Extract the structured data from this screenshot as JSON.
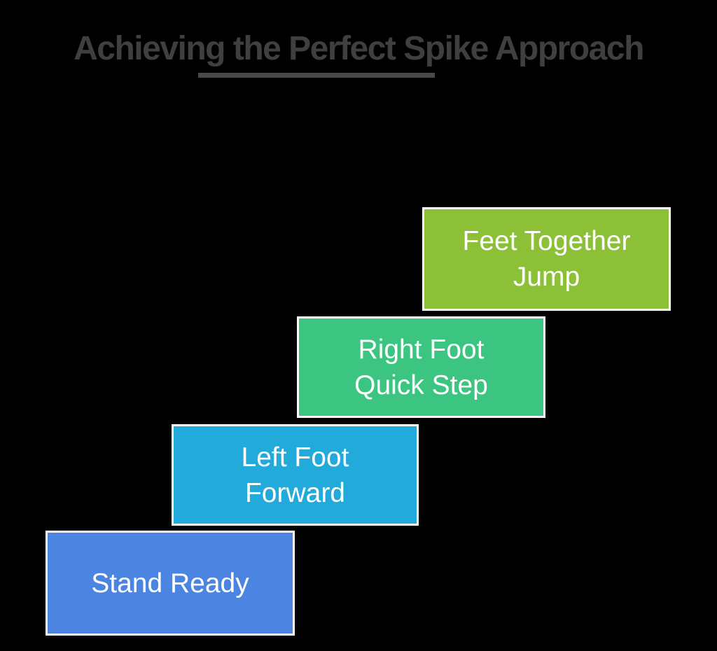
{
  "title": {
    "text": "Achieving the Perfect Spike Approach"
  },
  "colors": {
    "background": "#000000",
    "title_text": "#3f3f3f",
    "title_underline": "#4a4a4a",
    "step_text": "#ffffff",
    "step_border": "#ffffff",
    "step1_fill": "#4b84e1",
    "step2_fill": "#22aadb",
    "step3_fill": "#3cc481",
    "step4_fill": "#8bc037"
  },
  "steps": [
    {
      "label": "Stand Ready",
      "line1": "Stand Ready",
      "line2": ""
    },
    {
      "label": "Left Foot Forward",
      "line1": "Left Foot",
      "line2": "Forward"
    },
    {
      "label": "Right Foot Quick Step",
      "line1": "Right Foot",
      "line2": "Quick Step"
    },
    {
      "label": "Feet Together Jump",
      "line1": "Feet Together",
      "line2": "Jump"
    }
  ]
}
